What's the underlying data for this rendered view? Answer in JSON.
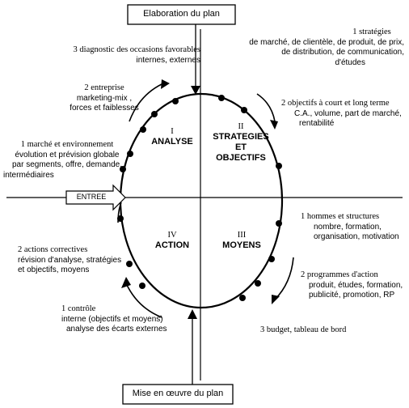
{
  "boxes": {
    "top": "Elaboration du plan",
    "bottom": "Mise en œuvre du plan",
    "entree": "ENTREE"
  },
  "quadrants": [
    {
      "num": "I",
      "name": "ANALYSE"
    },
    {
      "num": "II",
      "name_lines": [
        "STRATEGIES",
        "ET",
        "OBJECTIFS"
      ]
    },
    {
      "num": "III",
      "name": "MOYENS"
    },
    {
      "num": "IV",
      "name": "ACTION"
    }
  ],
  "left": [
    {
      "head": "3 diagnostic des occasions favorables",
      "lines": [
        "internes, externes"
      ]
    },
    {
      "head": "2 entreprise",
      "lines": [
        "marketing-mix ,",
        "forces et faiblesses"
      ]
    },
    {
      "head": "1 marché et environnement",
      "lines": [
        "évolution et prévision globale",
        "par segments, offre, demande,",
        "intermédiaires"
      ]
    },
    {
      "head": "2 actions correctives",
      "lines": [
        "révision d'analyse, stratégies",
        "et objectifs, moyens"
      ]
    },
    {
      "head": "1 contrôle",
      "lines": [
        "interne (objectifs et moyens)",
        "analyse des écarts externes"
      ]
    }
  ],
  "right": [
    {
      "head": "1 stratégies",
      "lines": [
        "de marché, de clientèle, de produit, de prix,",
        "de distribution, de communication,",
        "d'études"
      ]
    },
    {
      "head": "2 objectifs à court et long terme",
      "lines": [
        "C.A., volume, part de marché,",
        "rentabilité"
      ]
    },
    {
      "head": "1 hommes et structures",
      "lines": [
        "nombre, formation,",
        "organisation, motivation"
      ]
    },
    {
      "head": "2 programmes d'action",
      "lines": [
        "produit, études, formation,",
        "publicité, promotion, RP"
      ]
    },
    {
      "head": "3 budget, tableau de bord",
      "lines": []
    }
  ]
}
